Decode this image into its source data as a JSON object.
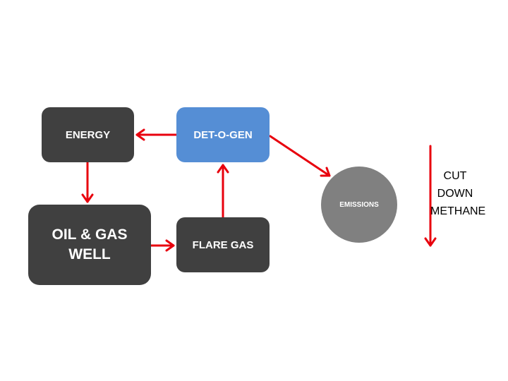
{
  "nodes": {
    "energy": "ENERGY",
    "detogen": "DET-O-GEN",
    "well_line1": "OIL & GAS",
    "well_line2": "WELL",
    "flare": "FLARE GAS",
    "emissions": "EMISSIONS"
  },
  "annotation": {
    "line1": "CUT",
    "line2": "DOWN",
    "line3": "METHANE"
  },
  "colors": {
    "dark_box": "#404040",
    "accent_box": "#558ed5",
    "circle": "#808080",
    "arrow": "#e8000d"
  }
}
